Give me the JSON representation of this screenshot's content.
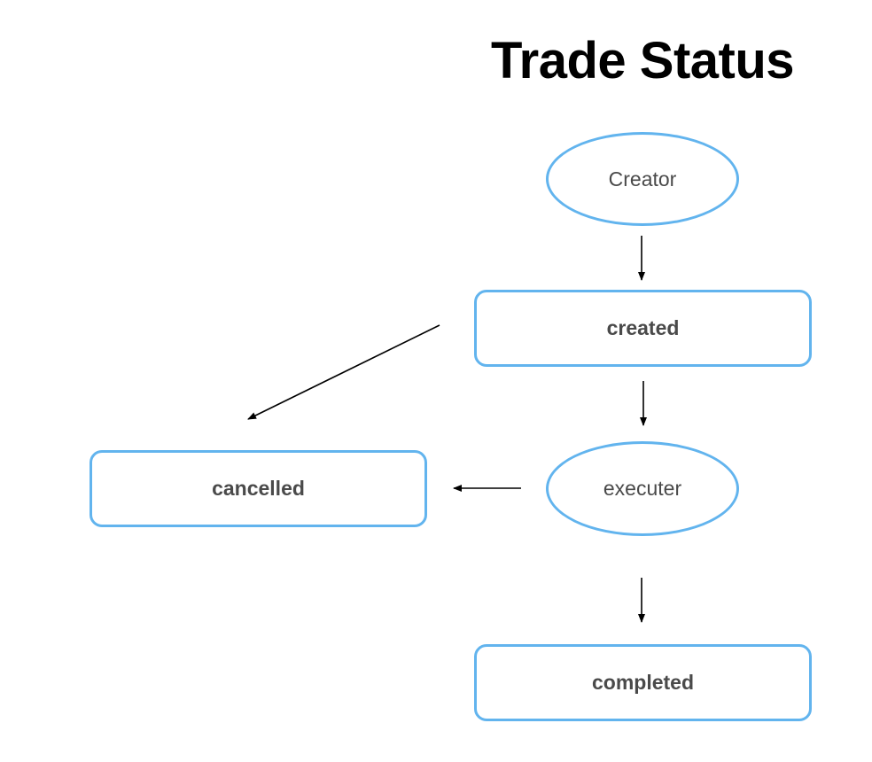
{
  "title": "Trade Status",
  "nodes": {
    "creator": "Creator",
    "created": "created",
    "executer": "executer",
    "cancelled": "cancelled",
    "completed": "completed"
  },
  "colors": {
    "node_border": "#62b4ee",
    "node_text": "#4a4a4a",
    "edge": "#000000"
  }
}
